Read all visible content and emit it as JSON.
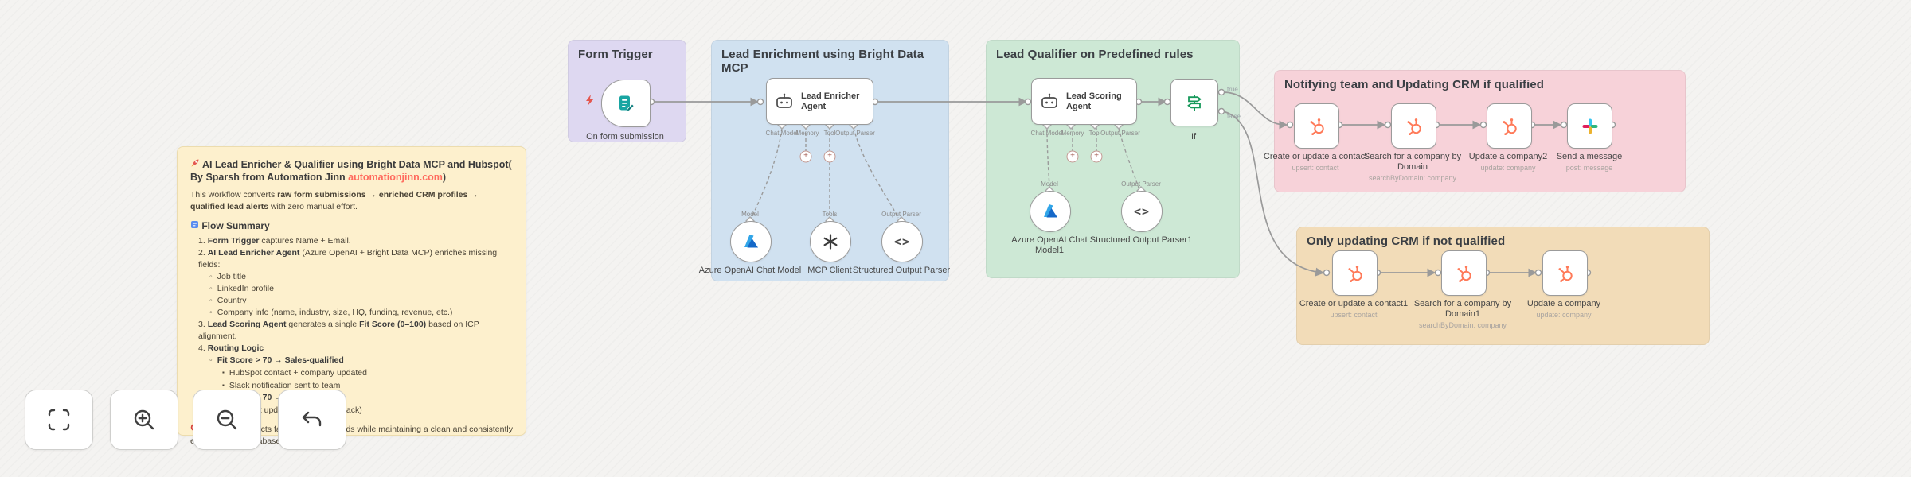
{
  "sticky": {
    "title": {
      "icon": "rocket-icon",
      "bold": "AI Lead Enricher & Qualifier using Bright Data MCP and Hubspot( By Sparsh from Automation Jinn ",
      "link": "automationjinn.com",
      "suffix": ")"
    },
    "intro": {
      "pre": "This workflow converts ",
      "b1": "raw form submissions",
      "s1": " → ",
      "b2": "enriched CRM profiles",
      "s2": " → ",
      "b3": "qualified lead alerts",
      "post": " with zero manual effort."
    },
    "summary_heading": "Flow Summary",
    "summary_icon": "clipboard-icon",
    "steps": [
      {
        "num": "1.",
        "bold": "Form Trigger",
        "rest": " captures Name + Email."
      },
      {
        "num": "2.",
        "bold": "AI Lead Enricher Agent",
        "rest": " (Azure OpenAI + Bright Data MCP) enriches missing fields:"
      },
      {
        "num": "3.",
        "bold": "Lead Scoring Agent",
        "rest_pre": " generates a single ",
        "rest_bold": "Fit Score (0–100)",
        "rest_post": " based on ICP alignment."
      },
      {
        "num": "4.",
        "bold": "Routing Logic",
        "rest": ""
      }
    ],
    "enrich_fields": [
      "Job title",
      "LinkedIn profile",
      "Country",
      "Company info (name, industry, size, HQ, funding, revenue, etc.)"
    ],
    "routing": [
      {
        "bold": "Fit Score > 70 → Sales-qualified",
        "subs": [
          "HubSpot contact + company updated",
          "Slack notification sent to team"
        ]
      },
      {
        "bold": "Fit Score < 70 → Not qualified",
        "subs": [
          "HubSpot updated silently (no Slack)"
        ]
      }
    ],
    "footer": {
      "icon": "target-icon",
      "text": "Ensures sales acts fast on qualified leads while maintaining a clean and consistently enriched CRM database automatically."
    }
  },
  "groups": {
    "form_trigger": {
      "title": "Form Trigger"
    },
    "enrichment": {
      "title": "Lead Enrichment using Bright Data MCP"
    },
    "qualifier": {
      "title": "Lead Qualifier on Predefined rules"
    },
    "qualified": {
      "title": "Notifying team and Updating CRM if qualified"
    },
    "not_qualified": {
      "title": "Only updating CRM if not qualified"
    }
  },
  "nodes": {
    "form": {
      "label": "On form submission"
    },
    "enricher_agent": {
      "label": "Lead Enricher Agent"
    },
    "scoring_agent": {
      "label": "Lead Scoring Agent"
    },
    "azure1": {
      "label": "Azure OpenAI Chat Model"
    },
    "mcp": {
      "label": "MCP Client"
    },
    "sop1": {
      "label": "Structured Output Parser"
    },
    "azure2": {
      "label": "Azure OpenAI Chat Model1"
    },
    "sop2": {
      "label": "Structured Output Parser1"
    },
    "if": {
      "label": "If"
    },
    "hs_contact": {
      "label": "Create or update a contact",
      "subtitle": "upsert: contact"
    },
    "hs_search": {
      "label": "Search for a company by Domain",
      "subtitle": "searchByDomain: company"
    },
    "hs_update2": {
      "label": "Update a company2",
      "subtitle": "update: company"
    },
    "slack": {
      "label": "Send a message",
      "subtitle": "post: message"
    },
    "hs_contact1": {
      "label": "Create or update a contact1",
      "subtitle": "upsert: contact"
    },
    "hs_search1": {
      "label": "Search for a company by Domain1",
      "subtitle": "searchByDomain: company"
    },
    "hs_update": {
      "label": "Update a company",
      "subtitle": "update: company"
    }
  },
  "ports": {
    "agent": [
      "Chat Model",
      "Memory",
      "Tool",
      "Output Parser"
    ],
    "model": "Model",
    "tools": "Tools",
    "output_parser": "Output Parser",
    "if_true": "true",
    "if_false": "false"
  },
  "controls": {
    "fit": "fit-view",
    "zoom_in": "zoom-in",
    "zoom_out": "zoom-out",
    "undo": "undo"
  },
  "colors": {
    "canvas_bg": "#f4f3f1",
    "sticky_bg": "#fdf0cd",
    "group_form": "#ded8f1",
    "group_enrichment": "#d0e1f0",
    "group_qualifier": "#cde8d5",
    "group_qualified": "#f7d2d9",
    "group_not_qualified": "#f2dcb8",
    "link": "#ff6b5e",
    "hubspot": "#ff7a59",
    "azure": "#2f7fd6",
    "form_teal": "#19a5a2",
    "if_green": "#17995b",
    "slack": [
      "#36C5F0",
      "#2EB67D",
      "#E01E5A",
      "#ECB22E"
    ],
    "connector": "#9a9a9a"
  }
}
